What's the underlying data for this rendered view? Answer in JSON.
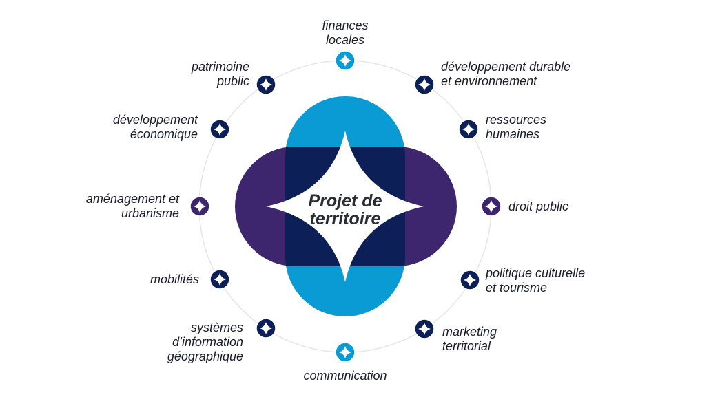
{
  "center": {
    "title_line1": "Projet de",
    "title_line2": "territoire"
  },
  "colors": {
    "light_blue": "#0a9ad4",
    "navy": "#0c1f57",
    "purple": "#3e266e",
    "ring": "#e6e6e6"
  },
  "items": [
    {
      "id": "finances-locales",
      "icon": "star-icon",
      "color": "light_blue",
      "lines": [
        "finances",
        "locales"
      ]
    },
    {
      "id": "developpement-durable",
      "icon": "star-icon",
      "color": "navy",
      "lines": [
        "développement durable",
        "et environnement"
      ]
    },
    {
      "id": "ressources-humaines",
      "icon": "star-icon",
      "color": "navy",
      "lines": [
        "ressources",
        "humaines"
      ]
    },
    {
      "id": "droit-public",
      "icon": "star-icon",
      "color": "purple",
      "lines": [
        "droit public"
      ]
    },
    {
      "id": "politique-culturelle",
      "icon": "star-icon",
      "color": "navy",
      "lines": [
        "politique culturelle",
        "et tourisme"
      ]
    },
    {
      "id": "marketing-territorial",
      "icon": "star-icon",
      "color": "navy",
      "lines": [
        "marketing",
        "territorial"
      ]
    },
    {
      "id": "communication",
      "icon": "star-icon",
      "color": "light_blue",
      "lines": [
        "communication"
      ]
    },
    {
      "id": "systemes-information",
      "icon": "star-icon",
      "color": "navy",
      "lines": [
        "systèmes",
        "d’information",
        "géographique"
      ]
    },
    {
      "id": "mobilites",
      "icon": "star-icon",
      "color": "navy",
      "lines": [
        "mobilités"
      ]
    },
    {
      "id": "amenagement-urbanisme",
      "icon": "star-icon",
      "color": "purple",
      "lines": [
        "aménagement et",
        "urbanisme"
      ]
    },
    {
      "id": "developpement-economique",
      "icon": "star-icon",
      "color": "navy",
      "lines": [
        "développement",
        "économique"
      ]
    },
    {
      "id": "patrimoine-public",
      "icon": "star-icon",
      "color": "navy",
      "lines": [
        "patrimoine",
        "public"
      ]
    }
  ]
}
